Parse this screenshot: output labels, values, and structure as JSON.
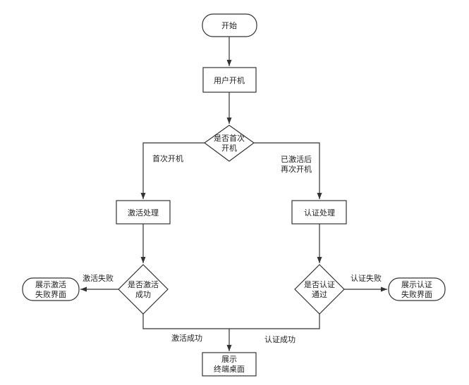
{
  "nodes": {
    "start": "开始",
    "power_on": "用户开机",
    "decision_first": [
      "是否首次",
      "开机"
    ],
    "activate": "激活处理",
    "auth": "认证处理",
    "decision_activate": [
      "是否激活",
      "成功"
    ],
    "decision_auth": [
      "是否认证",
      "通过"
    ],
    "activate_fail_screen": [
      "展示激活",
      "失败界面"
    ],
    "auth_fail_screen": [
      "展示认证",
      "失败界面"
    ],
    "desktop": [
      "展示",
      "终端桌面"
    ]
  },
  "edges": {
    "first_boot": "首次开机",
    "reboot_after_activation": [
      "已激活后",
      "再次开机"
    ],
    "activate_fail": "激活失败",
    "auth_fail": "认证失败",
    "activate_success": "激活成功",
    "auth_success": "认证成功"
  }
}
